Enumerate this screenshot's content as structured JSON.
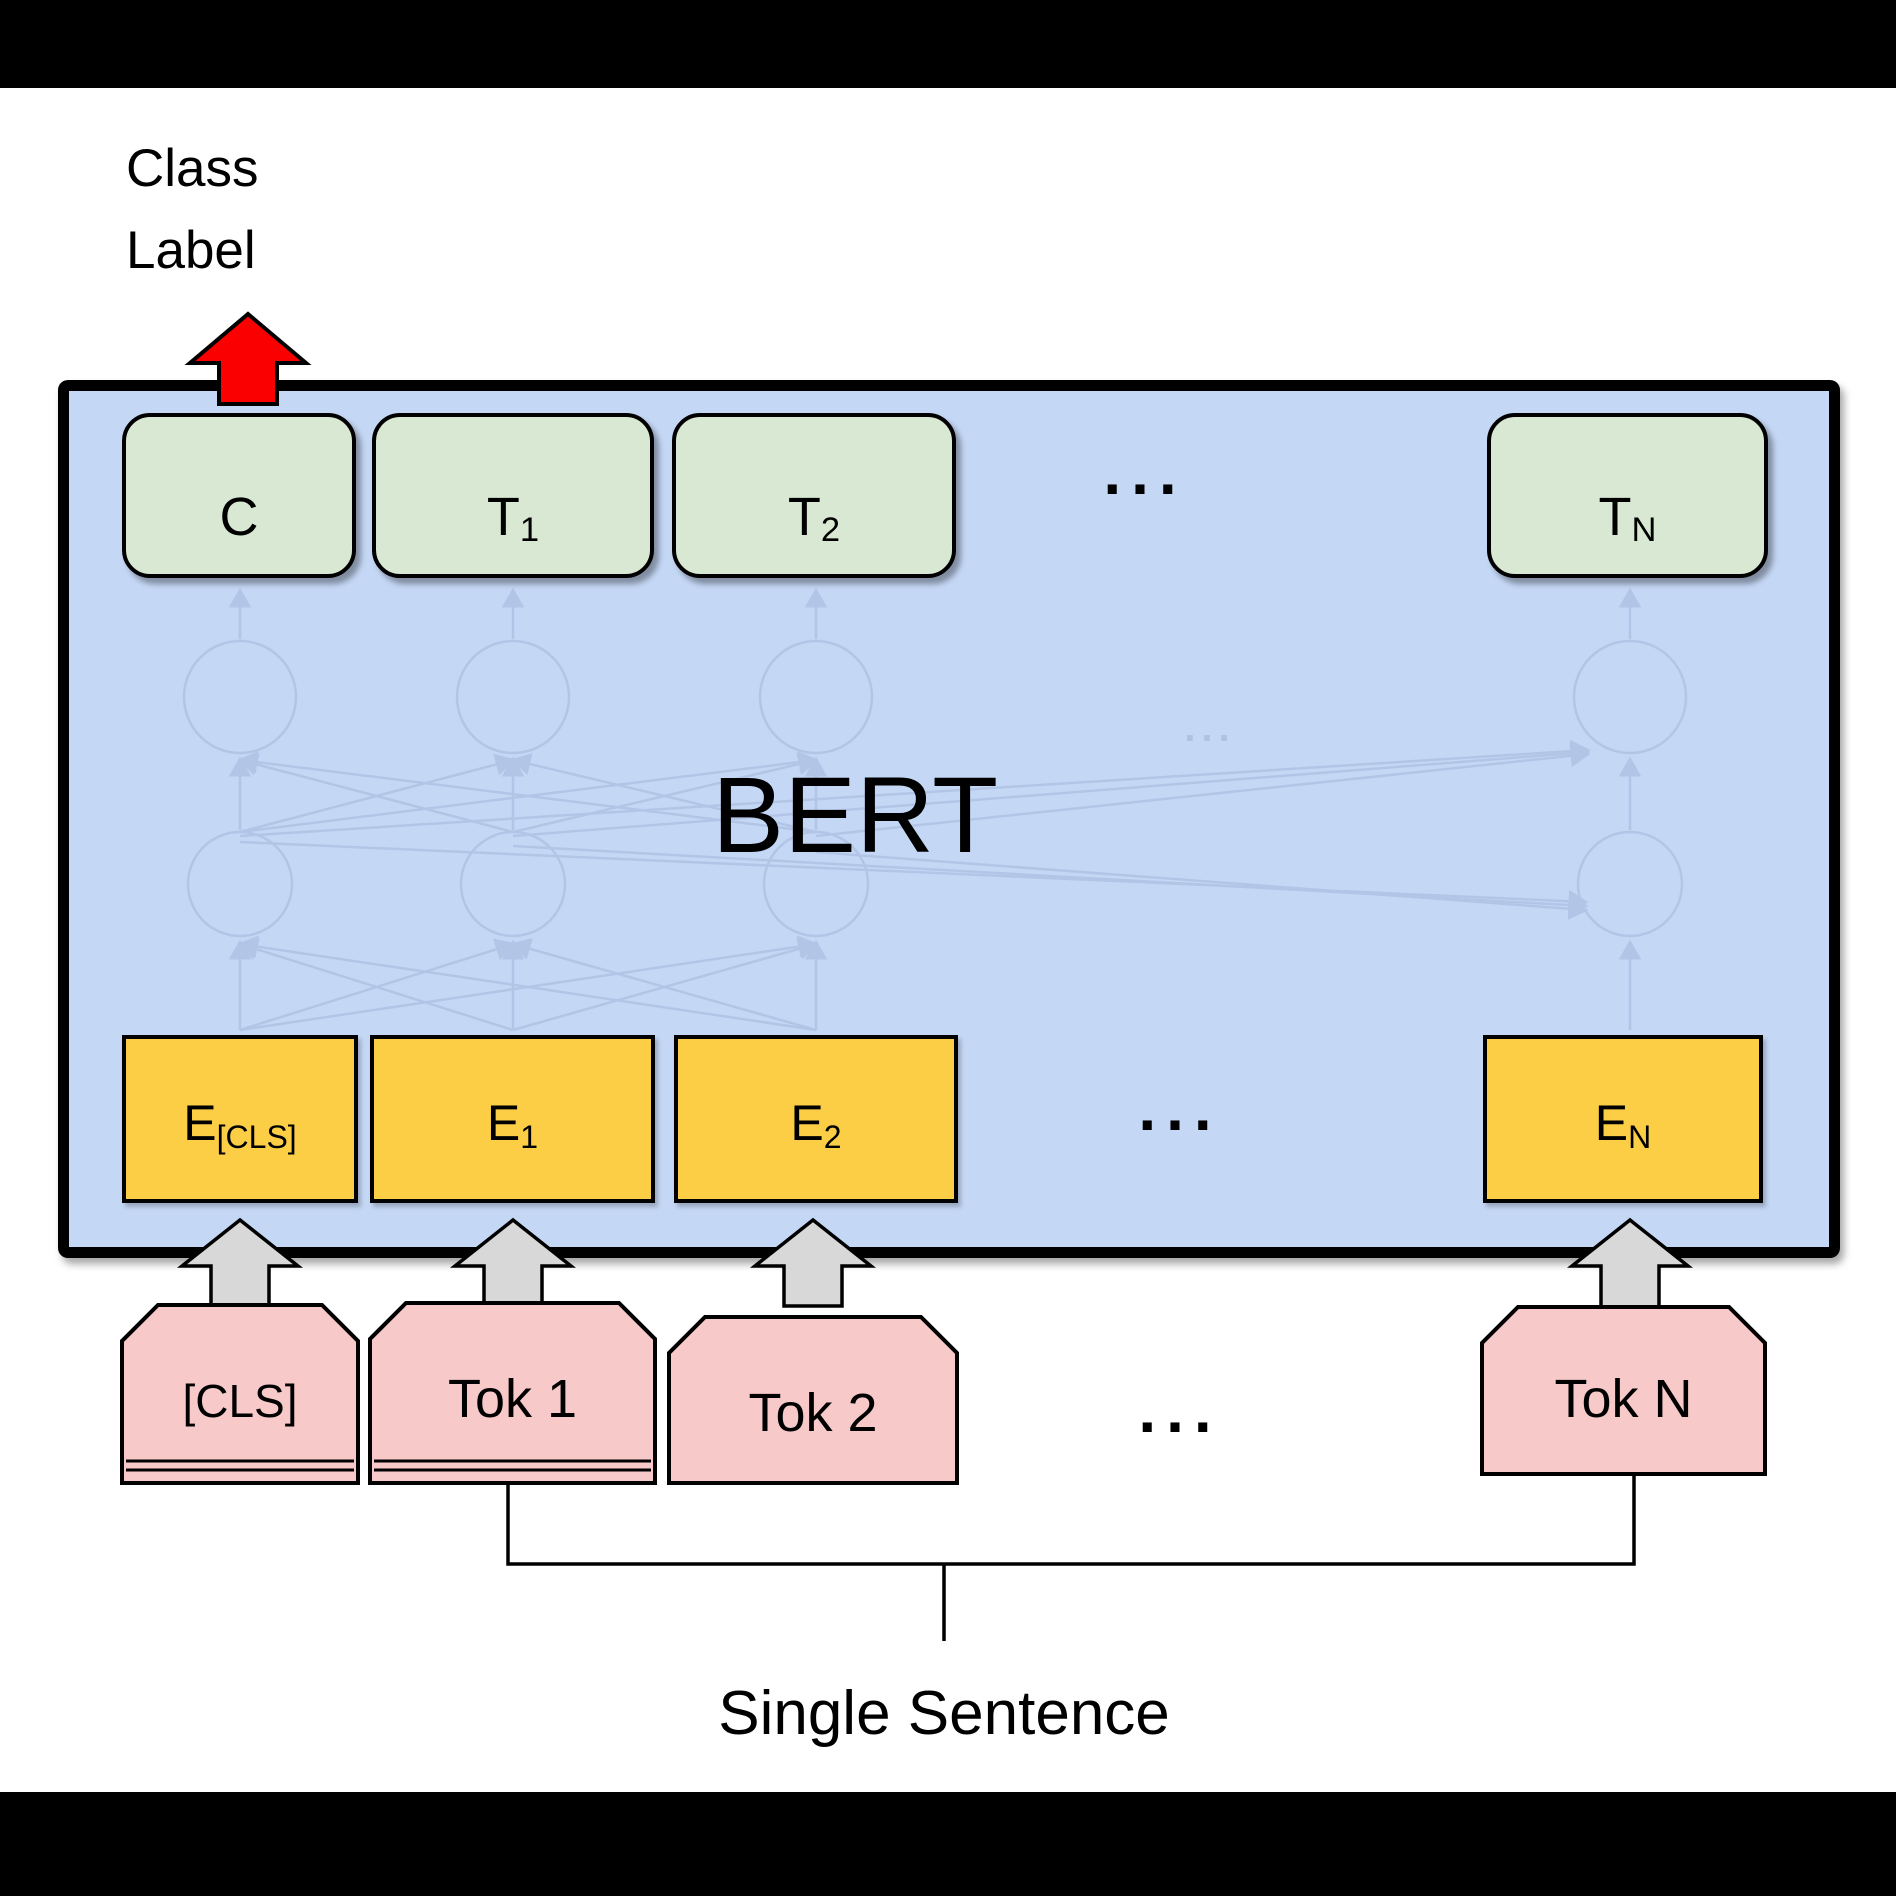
{
  "class_label": {
    "line1": "Class",
    "line2": "Label"
  },
  "bert_title": "BERT",
  "outputs": [
    {
      "main": "C",
      "sub": ""
    },
    {
      "main": "T",
      "sub": "1"
    },
    {
      "main": "T",
      "sub": "2"
    },
    {
      "main": "T",
      "sub": "N"
    }
  ],
  "embeddings": [
    {
      "main": "E",
      "sub": "[CLS]"
    },
    {
      "main": "E",
      "sub": "1"
    },
    {
      "main": "E",
      "sub": "2"
    },
    {
      "main": "E",
      "sub": "N"
    }
  ],
  "tokens": [
    {
      "label": "[CLS]"
    },
    {
      "label": "Tok 1"
    },
    {
      "label": "Tok 2"
    },
    {
      "label": "Tok N"
    }
  ],
  "ellipsis": "...",
  "caption": "Single Sentence",
  "colors": {
    "background": "#ffffff",
    "letterbox": "#000000",
    "bert_box_fill": "#c4d7f5",
    "bert_box_border": "#000000",
    "output_box_fill": "#d8e8d2",
    "embedding_box_fill": "#fbce45",
    "token_box_fill": "#f7c9c9",
    "class_arrow_fill": "#fb0000",
    "token_arrow_fill": "#d8d8d8",
    "network_stroke": "#9db1d4"
  }
}
